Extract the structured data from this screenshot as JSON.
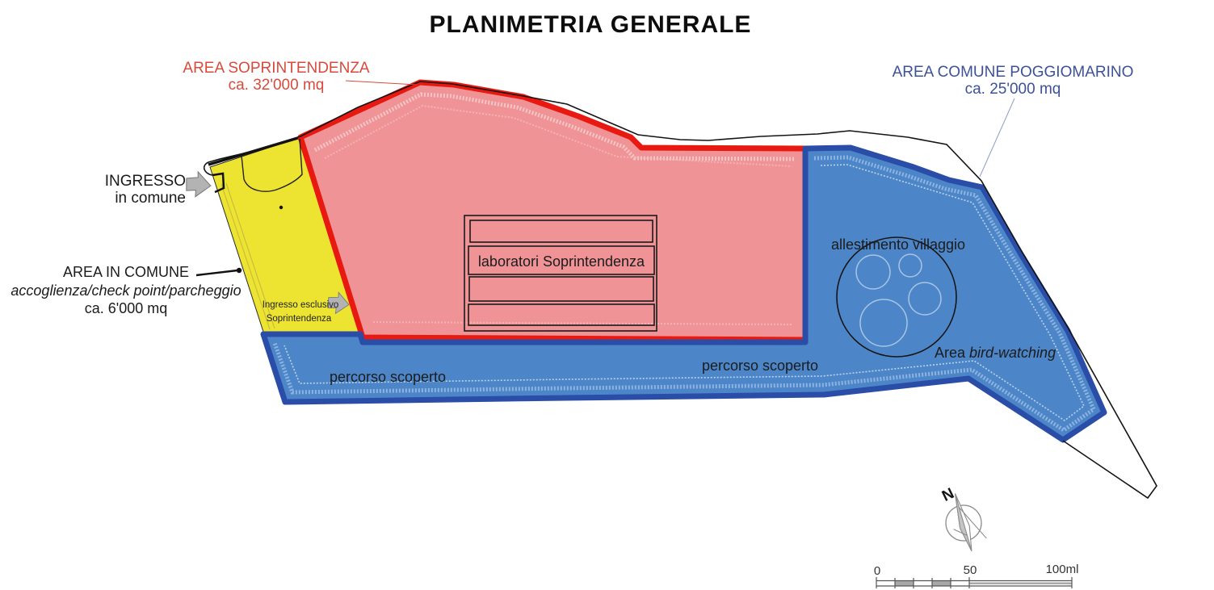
{
  "title": "PLANIMETRIA GENERALE",
  "legend": {
    "soprintendenza": {
      "name": "AREA SOPRINTENDENZA",
      "size": "ca. 32'000 mq",
      "color": "#d84a3c"
    },
    "poggiomarino": {
      "name": "AREA COMUNE POGGIOMARINO",
      "size": "ca. 25'000 mq",
      "color": "#3d5199"
    },
    "area_in_comune": {
      "name": "AREA IN COMUNE",
      "detail": "accoglienza/check point/parcheggio",
      "size": "ca. 6'000 mq"
    }
  },
  "annotations": {
    "ingresso_line1": "INGRESSO",
    "ingresso_line2": "in comune",
    "ingresso_esclusivo_line1": "Ingresso esclusivo",
    "ingresso_esclusivo_line2": "Soprintendenza",
    "laboratori": "laboratori Soprintendenza",
    "villaggio": "allestimento villaggio",
    "bird_watching_prefix": "Area ",
    "bird_watching_italic": "bird-watching",
    "percorso_left": "percorso scoperto",
    "percorso_right": "percorso scoperto",
    "north": "N"
  },
  "scalebar": {
    "t0": "0",
    "t50": "50",
    "t100": "100ml"
  },
  "colors": {
    "yellow_fill": "#ece431",
    "pink_fill": "#ef9396",
    "red_border": "#e81911",
    "blue_fill": "#4d86c8",
    "blue_border": "#2a4da8",
    "outline": "#141414",
    "arrow_gray": "#b3b3b3"
  }
}
